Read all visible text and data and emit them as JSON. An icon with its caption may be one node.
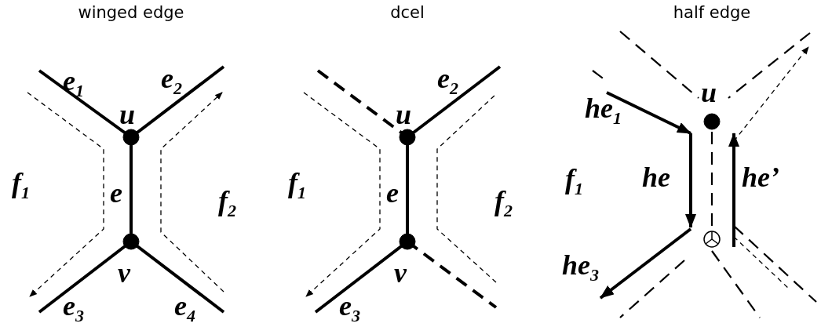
{
  "diagram": {
    "labels": [
      "winged edge",
      "dcel",
      "half edge",
      "e$_{1}$",
      "e$_{2}$",
      "u",
      "f$_{1}$",
      "e",
      "f$_{2}$",
      "v",
      "e$_{3}$",
      "e$_{4}$",
      "e$_{2}$",
      "u",
      "f$_{1}$",
      "e",
      "f$_{2}$",
      "v",
      "e$_{3}$",
      "u",
      "he$_{1}$",
      "f$_{1}$",
      "he",
      "he’",
      "he$_{3}$"
    ]
  }
}
